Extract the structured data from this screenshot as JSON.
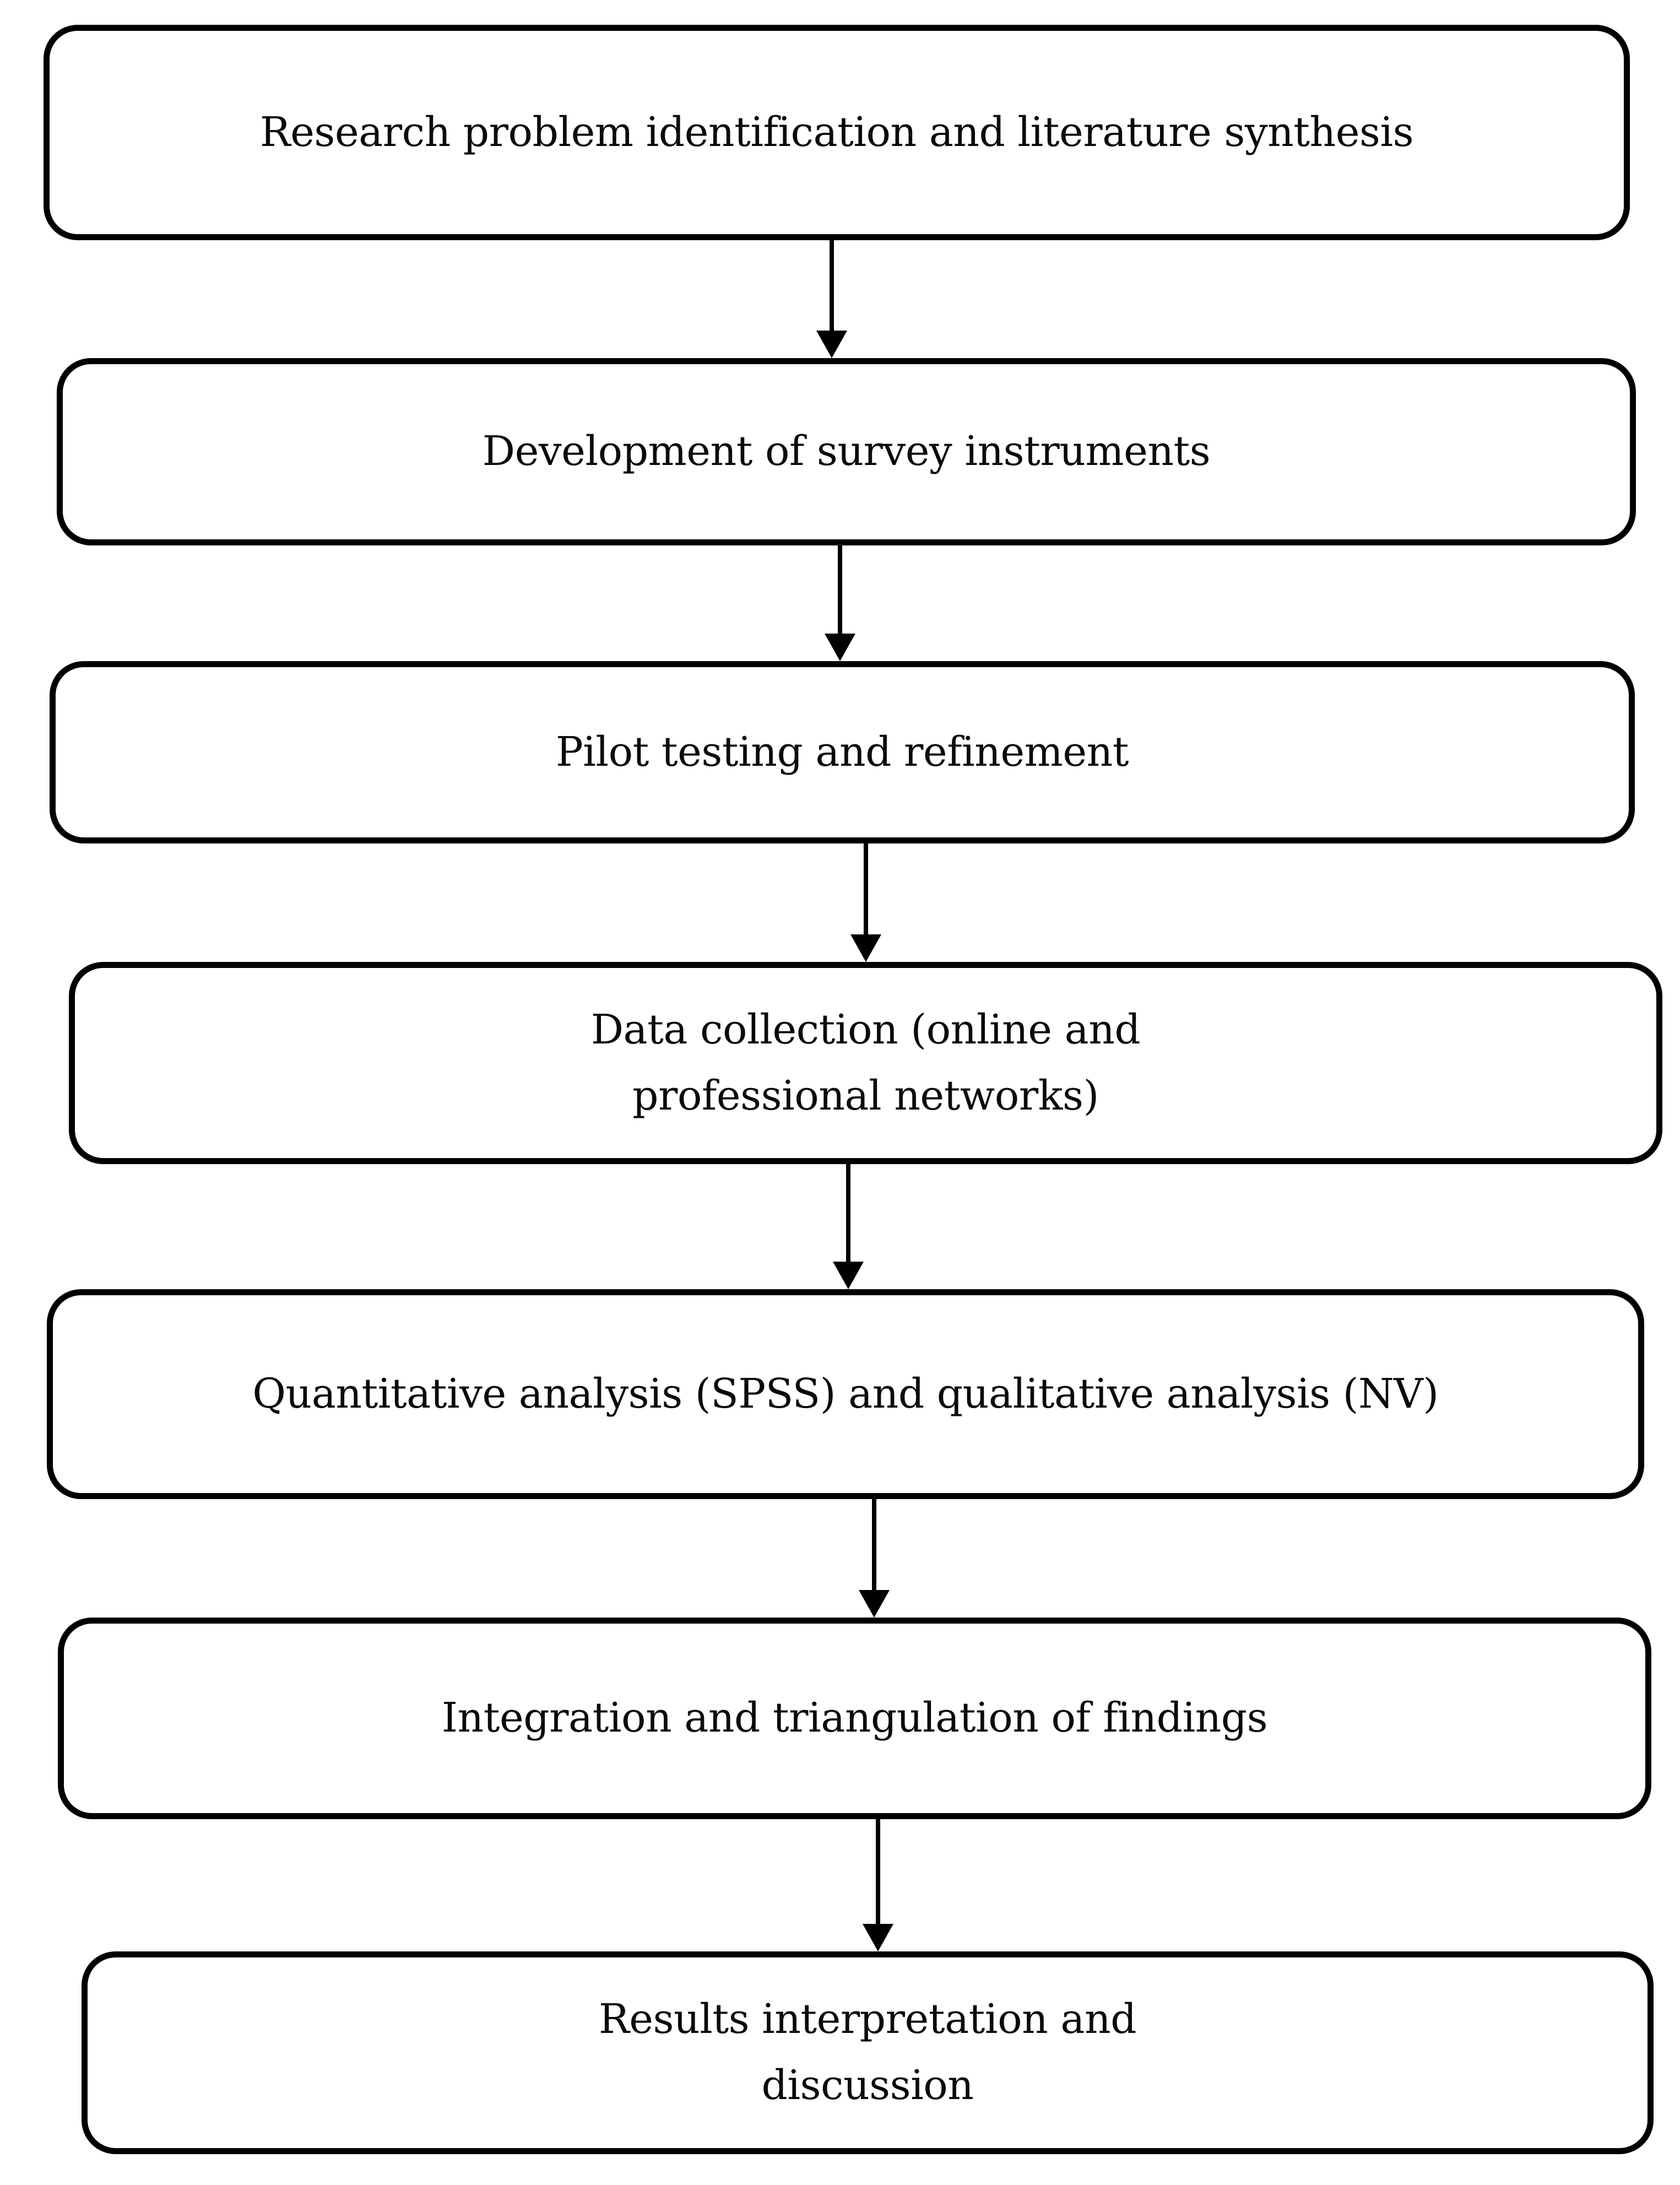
{
  "figure": {
    "type": "flowchart",
    "direction": "top-down",
    "steps": [
      {
        "label": "Research problem identification and literature synthesis"
      },
      {
        "label": "Development of survey instruments"
      },
      {
        "label": "Pilot testing and refinement"
      },
      {
        "label": "Data collection (online and\nprofessional networks)"
      },
      {
        "label": "Quantitative analysis (SPSS) and qualitative analysis (NV)"
      },
      {
        "label": "Integration and triangulation of findings"
      },
      {
        "label": "Results interpretation and\ndiscussion"
      }
    ]
  },
  "colors": {
    "stroke": "#000000",
    "background": "#ffffff",
    "text": "#0a0a0a"
  }
}
